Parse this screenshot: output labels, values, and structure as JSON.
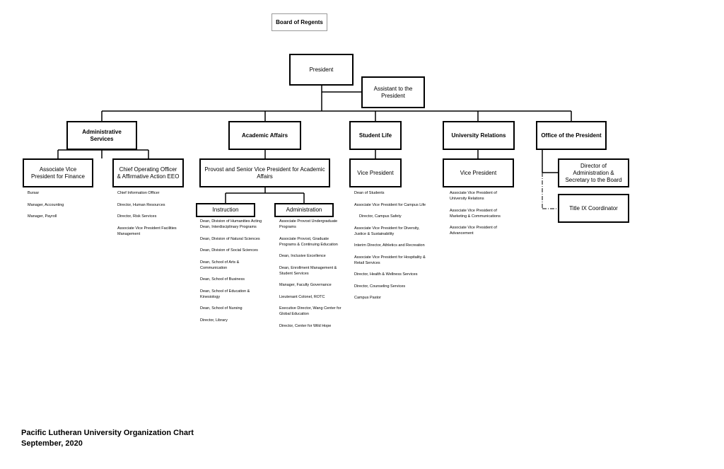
{
  "board": "Board of Regents",
  "president": "President",
  "assistant": "Assistant to the President",
  "divisions": {
    "admin_services": "Administrative Services",
    "academic_affairs": "Academic Affairs",
    "student_life": "Student Life",
    "university_relations": "University Relations",
    "office_president": "Office of the President"
  },
  "admin_services": {
    "avp_finance": "Associate Vice President for Finance",
    "coo": "Chief Operating Officer & Affirmative Action EEO",
    "avp_finance_items": [
      "Bursar",
      "Manager, Accounting",
      "Manager, Payroll"
    ],
    "coo_items": [
      "Chief Information Officer",
      "Director, Human Resources",
      "Director, Risk Services",
      "Associate Vice President Facilities Management"
    ]
  },
  "academic_affairs": {
    "provost": "Provost and Senior Vice President for Academic Affairs",
    "instruction": "Instruction",
    "administration": "Administration",
    "instruction_items": [
      "Dean, Division of Humanities Acting Dean, Interdisciplinary Programs",
      "Dean, Division of Natural Sciences",
      "Dean, Division of Social Sciences",
      "Dean, School of Arts & Communication",
      "Dean, School of Business",
      "Dean, School of Education & Kinesiology",
      "Dean, School of Nursing",
      "Director, Library"
    ],
    "administration_items": [
      "Associate Provost Undergraduate Programs",
      "Associate Provost, Graduate Programs & Continuing Education",
      "Dean, Inclusive Excellence",
      "Dean, Enrollment Management & Student Services",
      "Manager, Faculty Governance",
      "Lieutenant Colonel, ROTC",
      "Executive Director, Wang Center for Global Education",
      "Director, Center for Wild Hope"
    ]
  },
  "student_life": {
    "vp": "Vice President",
    "items": [
      "Dean of Students",
      "Associate Vice President for Campus Life",
      "Director, Campus Safety",
      "Associate Vice President for Diversity, Justice & Sustainability",
      "Interim Director, Athletics and Recreation",
      "Associate Vice President for Hospitality & Retail Services",
      "Director, Health & Wellness Services",
      "Director, Counseling Services",
      "Campus Pastor"
    ]
  },
  "university_relations": {
    "vp": "Vice President",
    "items": [
      "Associate Vice President of University Relations",
      "Associate Vice President of Marketing & Communications",
      "Associate Vice President of Advancement"
    ]
  },
  "office_president": {
    "director": "Director of Administration & Secretary to the Board",
    "title_ix": "Title IX Coordinator"
  },
  "footer": {
    "line1": "Pacific Lutheran University Organization Chart",
    "line2": "September, 2020"
  }
}
